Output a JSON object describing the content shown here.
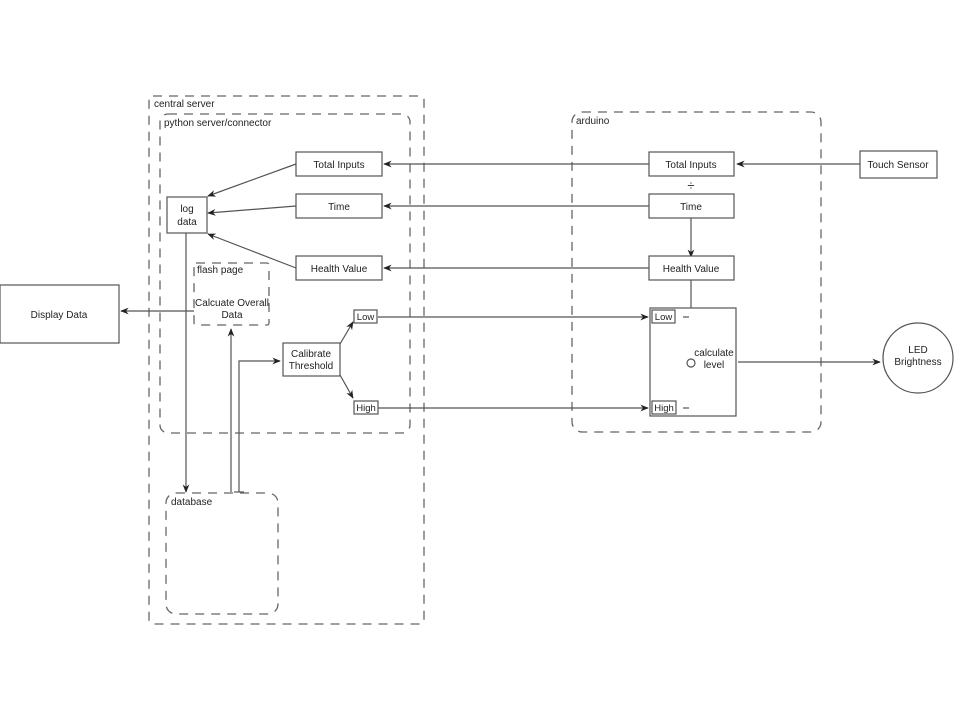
{
  "groups": {
    "central_server": "central server",
    "python_server": "python server/connector",
    "flash_page": "flash page",
    "database": "database",
    "arduino": "arduino"
  },
  "nodes": {
    "display_data": "Display Data",
    "log_data_line1": "log",
    "log_data_line2": "data",
    "server_total_inputs": "Total Inputs",
    "server_time": "Time",
    "server_health_value": "Health Value",
    "calc_overall_line1": "Calcuate Overall",
    "calc_overall_line2": "Data",
    "calibrate_line1": "Calibrate",
    "calibrate_line2": "Threshold",
    "low": "Low",
    "high": "High",
    "arduino_total_inputs": "Total Inputs",
    "divide_symbol": "÷",
    "arduino_time": "Time",
    "arduino_health_value": "Health Value",
    "calc_level_low": "Low",
    "calc_level_high": "High",
    "calc_level_line1": "calculate",
    "calc_level_line2": "level",
    "touch_sensor": "Touch Sensor",
    "led_line1": "LED",
    "led_line2": "Brightness"
  },
  "edges": [
    {
      "from": "Touch Sensor",
      "to": "arduino Total Inputs"
    },
    {
      "from": "arduino Total Inputs",
      "to": "server Total Inputs"
    },
    {
      "from": "arduino Time",
      "to": "server Time"
    },
    {
      "from": "arduino Time",
      "to": "arduino Health Value"
    },
    {
      "from": "arduino Health Value",
      "to": "server Health Value"
    },
    {
      "from": "arduino Health Value",
      "to": "calculate level"
    },
    {
      "from": "server Total Inputs",
      "to": "log data"
    },
    {
      "from": "server Time",
      "to": "log data"
    },
    {
      "from": "server Health Value",
      "to": "log data"
    },
    {
      "from": "log data",
      "to": "database"
    },
    {
      "from": "database",
      "to": "Calcuate Overall Data"
    },
    {
      "from": "database",
      "to": "Calibrate Threshold"
    },
    {
      "from": "Calcuate Overall Data",
      "to": "Display Data"
    },
    {
      "from": "Calibrate Threshold",
      "to": "Low"
    },
    {
      "from": "Calibrate Threshold",
      "to": "High"
    },
    {
      "from": "Low",
      "to": "calculate level Low"
    },
    {
      "from": "High",
      "to": "calculate level High"
    },
    {
      "from": "calculate level",
      "to": "LED Brightness"
    }
  ]
}
